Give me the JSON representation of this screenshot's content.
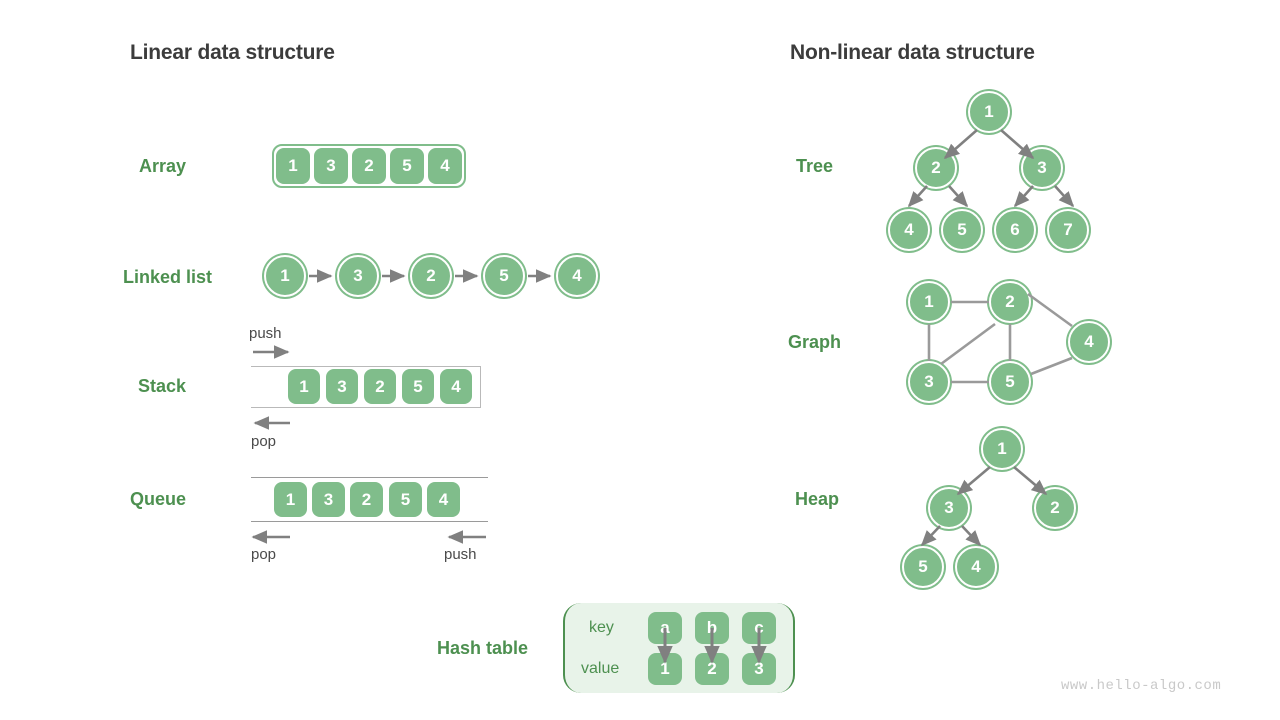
{
  "headings": {
    "linear": "Linear data structure",
    "nonlinear": "Non-linear data structure"
  },
  "labels": {
    "array": "Array",
    "linked_list": "Linked list",
    "stack": "Stack",
    "queue": "Queue",
    "hash_table": "Hash table",
    "tree": "Tree",
    "graph": "Graph",
    "heap": "Heap"
  },
  "colors": {
    "node_fill": "#80bd8b",
    "label_green": "#4d9050",
    "heading_gray": "#3c3c3c",
    "arrow_gray": "#808080",
    "panel_bg": "#e8f3e9",
    "watermark": "#c9c9c9"
  },
  "array": {
    "values": [
      "1",
      "3",
      "2",
      "5",
      "4"
    ]
  },
  "linked_list": {
    "values": [
      "1",
      "3",
      "2",
      "5",
      "4"
    ]
  },
  "stack": {
    "values": [
      "1",
      "3",
      "2",
      "5",
      "4"
    ],
    "push_label": "push",
    "pop_label": "pop"
  },
  "queue": {
    "values": [
      "1",
      "3",
      "2",
      "5",
      "4"
    ],
    "pop_label": "pop",
    "push_label": "push"
  },
  "hash_table": {
    "key_label": "key",
    "value_label": "value",
    "keys": [
      "a",
      "b",
      "c"
    ],
    "values": [
      "1",
      "2",
      "3"
    ]
  },
  "tree": {
    "nodes": [
      "1",
      "2",
      "3",
      "4",
      "5",
      "6",
      "7"
    ],
    "edges": [
      [
        0,
        1
      ],
      [
        0,
        2
      ],
      [
        1,
        3
      ],
      [
        1,
        4
      ],
      [
        2,
        5
      ],
      [
        2,
        6
      ]
    ]
  },
  "graph": {
    "nodes": [
      "1",
      "2",
      "3",
      "4",
      "5"
    ],
    "edges": [
      [
        0,
        1
      ],
      [
        0,
        2
      ],
      [
        1,
        2
      ],
      [
        1,
        4
      ],
      [
        1,
        3
      ],
      [
        2,
        4
      ],
      [
        4,
        3
      ]
    ]
  },
  "heap": {
    "nodes": [
      "1",
      "3",
      "2",
      "5",
      "4"
    ],
    "edges": [
      [
        0,
        1
      ],
      [
        0,
        2
      ],
      [
        1,
        3
      ],
      [
        1,
        4
      ]
    ]
  },
  "watermark": "www.hello-algo.com"
}
